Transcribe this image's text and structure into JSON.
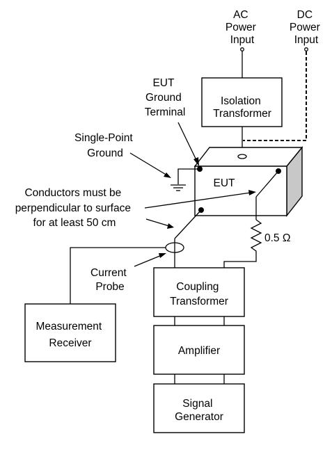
{
  "labels": {
    "ac_power": [
      "AC",
      "Power",
      "Input"
    ],
    "dc_power": [
      "DC",
      "Power",
      "Input"
    ],
    "eut_ground_terminal": [
      "EUT",
      "Ground",
      "Terminal"
    ],
    "isolation_transformer": [
      "Isolation",
      "Transformer"
    ],
    "single_point_ground": [
      "Single-Point",
      "Ground"
    ],
    "eut": "EUT",
    "conductors_note": [
      "Conductors must be",
      "perpendicular to surface",
      "for at least 50 cm"
    ],
    "resistor": "0.5 Ω",
    "current_probe": [
      "Current",
      "Probe"
    ],
    "coupling_transformer": [
      "Coupling",
      "Transformer"
    ],
    "measurement_receiver": [
      "Measurement",
      "Receiver"
    ],
    "amplifier": "Amplifier",
    "signal_generator": [
      "Signal",
      "Generator"
    ]
  },
  "colors": {
    "line": "#000000",
    "background": "#ffffff",
    "eut_side_face": "#c8c8c8"
  }
}
